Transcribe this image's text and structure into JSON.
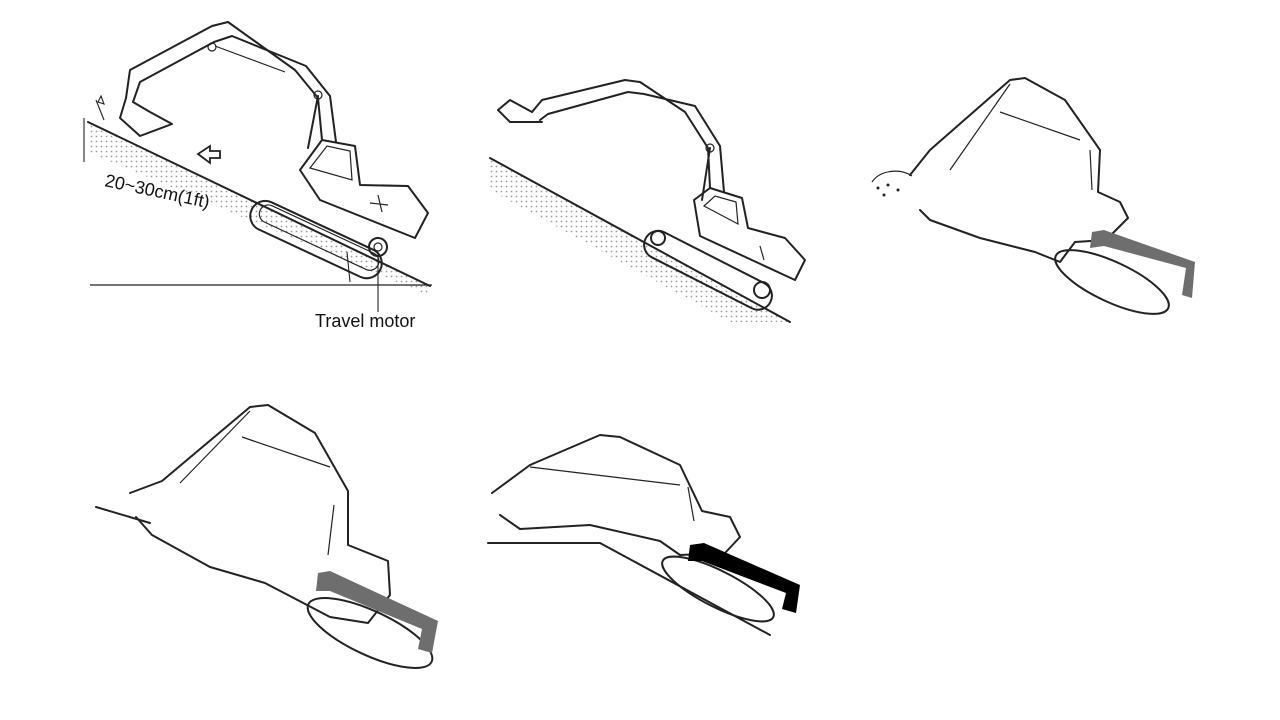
{
  "labels": {
    "clearance": "20~30cm(1ft)",
    "travel_motor": "Travel motor"
  },
  "colors": {
    "ink": "#222222",
    "track_highlight_gray": "#6e6e6e",
    "track_highlight_black": "#000000",
    "ground_shading": "#9a9a9a"
  },
  "icons": {
    "direction": "hollow-arrow-left"
  }
}
